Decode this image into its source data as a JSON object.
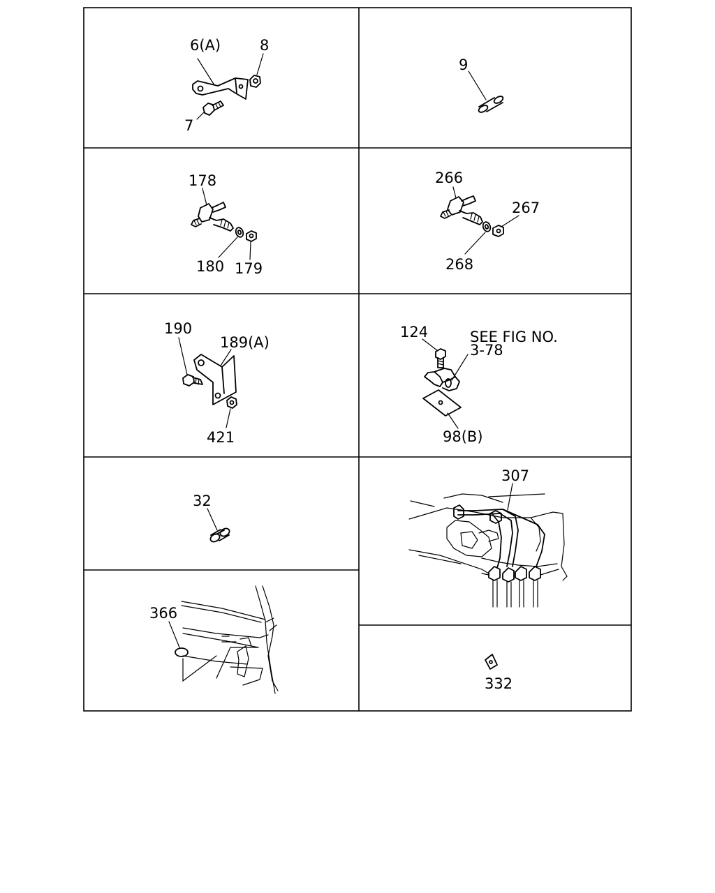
{
  "panels": [
    {
      "id": "bracket-6a",
      "labels": [
        "6(A)",
        "8",
        "7"
      ]
    },
    {
      "id": "sleeve-9",
      "labels": [
        "9"
      ]
    },
    {
      "id": "tee-178",
      "labels": [
        "178",
        "180",
        "179"
      ]
    },
    {
      "id": "tee-266",
      "labels": [
        "266",
        "267",
        "268"
      ]
    },
    {
      "id": "bracket-189a",
      "labels": [
        "190",
        "189(A)",
        "421"
      ]
    },
    {
      "id": "clip-124",
      "labels": [
        "124",
        "SEE FIG NO.",
        "3-78",
        "98(B)"
      ]
    },
    {
      "id": "sleeve-32",
      "labels": [
        "32"
      ]
    },
    {
      "id": "engine-307",
      "labels": [
        "307"
      ]
    },
    {
      "id": "dash-366",
      "labels": [
        "366"
      ]
    },
    {
      "id": "plate-332",
      "labels": [
        "332"
      ]
    }
  ]
}
